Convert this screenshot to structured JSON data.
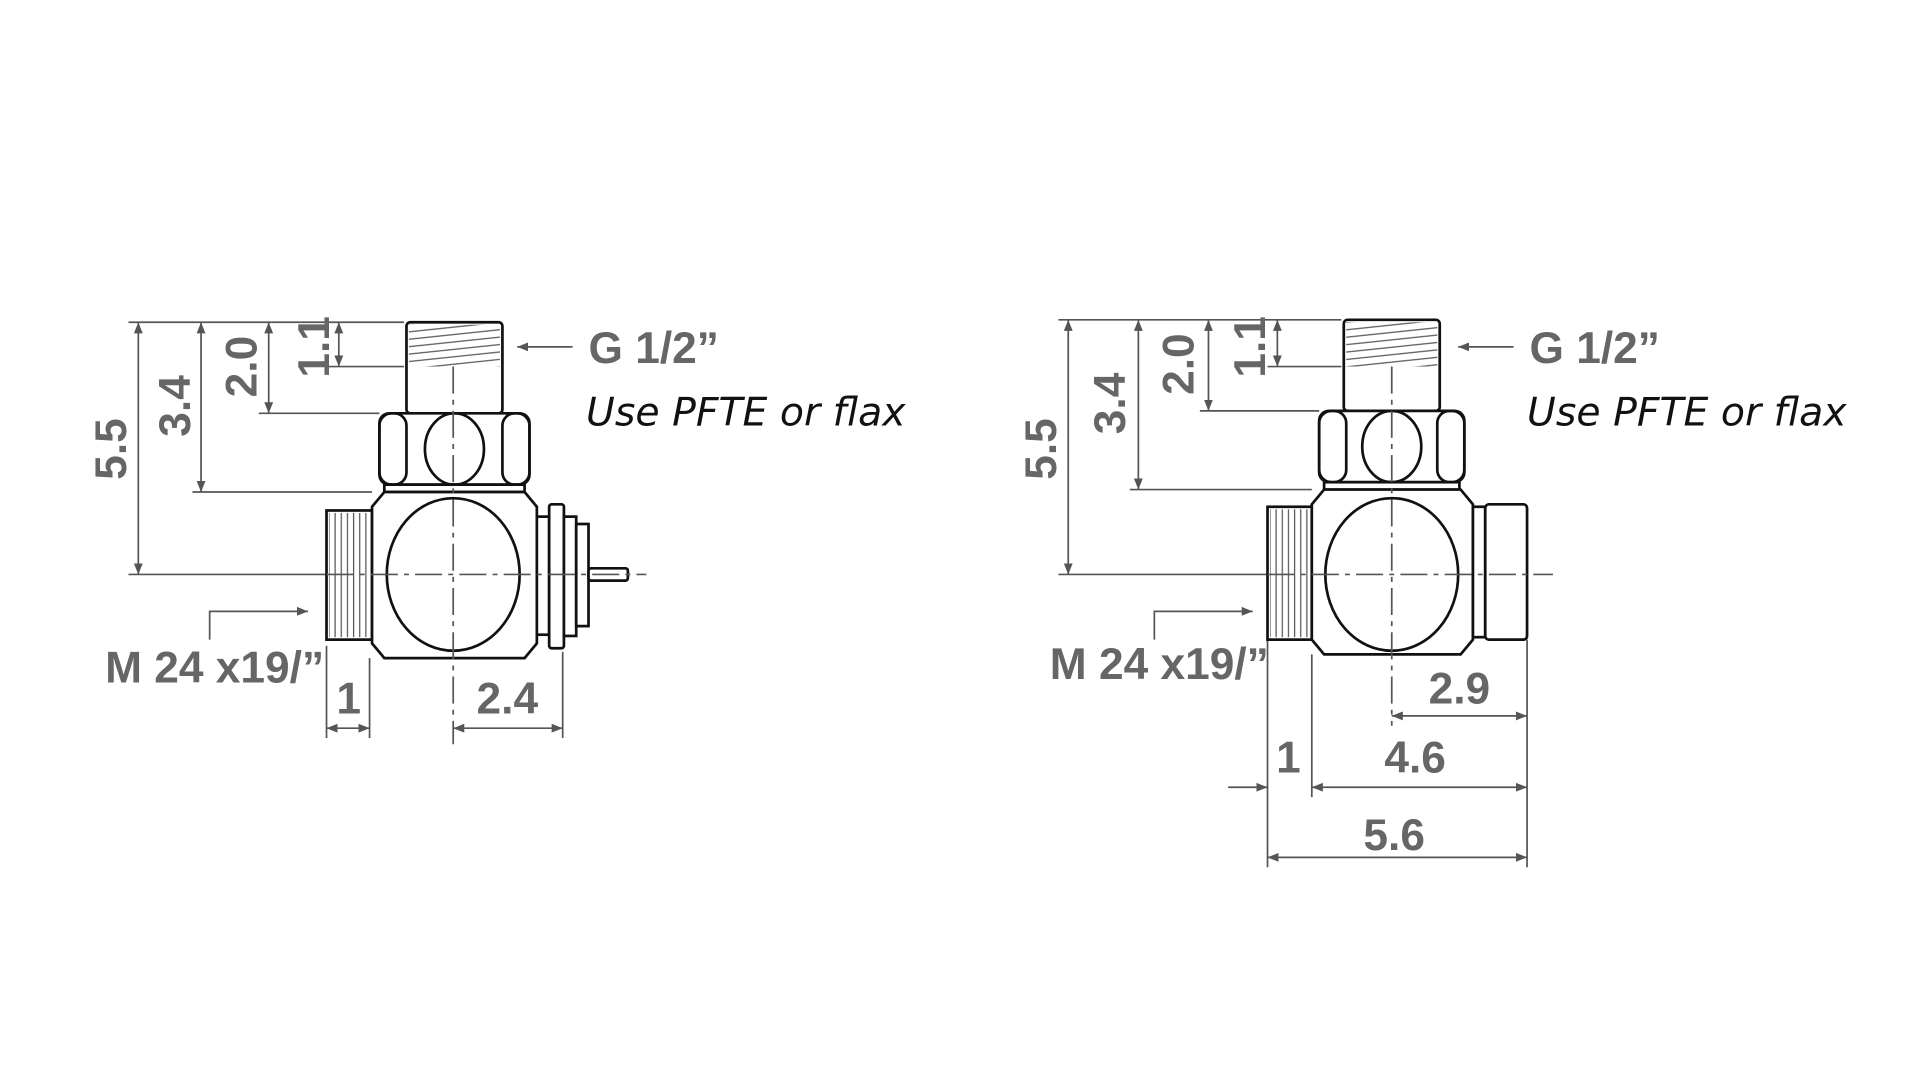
{
  "left_drawing": {
    "thread_top_label": "G 1/2”",
    "note": "Use PFTE or flax",
    "thread_side_label": "M 24 x19/”",
    "dims": {
      "h_total": "5.5",
      "h_body_top": "3.4",
      "h_nut": "2.0",
      "h_thread": "1.1",
      "w_thread": "1",
      "w_right": "2.4"
    }
  },
  "right_drawing": {
    "thread_top_label": "G 1/2”",
    "note": "Use PFTE or flax",
    "thread_side_label": "M 24 x19/”",
    "dims": {
      "h_total": "5.5",
      "h_body_top": "3.4",
      "h_nut": "2.0",
      "h_thread": "1.1",
      "w_right": "2.9",
      "w_thread": "1",
      "w_body": "4.6",
      "w_total": "5.6"
    }
  }
}
